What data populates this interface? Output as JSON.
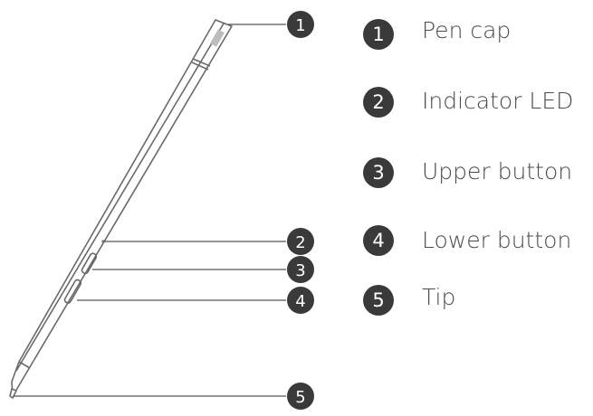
{
  "callouts": [
    {
      "number": "1",
      "label": "Pen cap"
    },
    {
      "number": "2",
      "label": "Indicator LED"
    },
    {
      "number": "3",
      "label": "Upper button"
    },
    {
      "number": "4",
      "label": "Lower button"
    },
    {
      "number": "5",
      "label": "Tip"
    }
  ],
  "colors": {
    "badge": "#3a3a3a",
    "text": "#4a4a4a",
    "line": "#555555"
  }
}
